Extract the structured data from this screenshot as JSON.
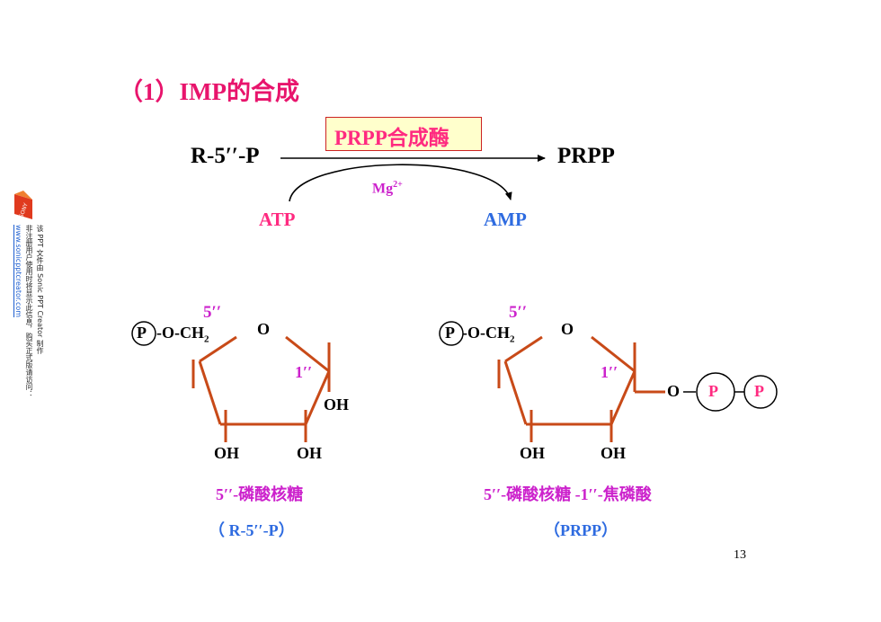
{
  "title": "（1）IMP的合成",
  "reaction": {
    "substrate": "R-5′′-P",
    "product": "PRPP",
    "enzyme": "PRPP合成酶",
    "cofactor": "Mg",
    "cofactor_sup": "2+",
    "consumed": "ATP",
    "released": "AMP"
  },
  "left_structure": {
    "phosphate": "P",
    "linker": "-O-CH",
    "linker_sub": "2",
    "c5_label": "5′′",
    "ring_o": "O",
    "c1_label": "1′′",
    "oh_right": "OH",
    "oh_bottom_left": "OH",
    "oh_bottom_right": "OH",
    "name": "5′′-磷酸核糖",
    "abbr": "（ R-5′′-P）"
  },
  "right_structure": {
    "phosphate": "P",
    "linker": "-O-CH",
    "linker_sub": "2",
    "c5_label": "5′′",
    "ring_o": "O",
    "c1_label": "1′′",
    "o_link": "O",
    "pp1": "P",
    "pp2": "P",
    "oh_bottom_left": "OH",
    "oh_bottom_right": "OH",
    "name": "5′′-磷酸核糖 -1′′-焦磷酸",
    "abbr": "（PRPP）"
  },
  "page_number": "13",
  "watermark": {
    "logo_text": "SONY",
    "line1": "该 PPT 文件由 Sonic PPT Creator 制作",
    "line2": "非注册用户使用时将显示此信息，购买正式版请访问：",
    "url": "www.sonicpptcreator.com"
  },
  "colors": {
    "title": "#e8146c",
    "magenta": "#cc22cc",
    "pink": "#ff2a80",
    "blue": "#2e6be0",
    "ring": "#c84a18",
    "enzyme_box_bg": "#ffffcc",
    "enzyme_box_border": "#cc2222"
  }
}
